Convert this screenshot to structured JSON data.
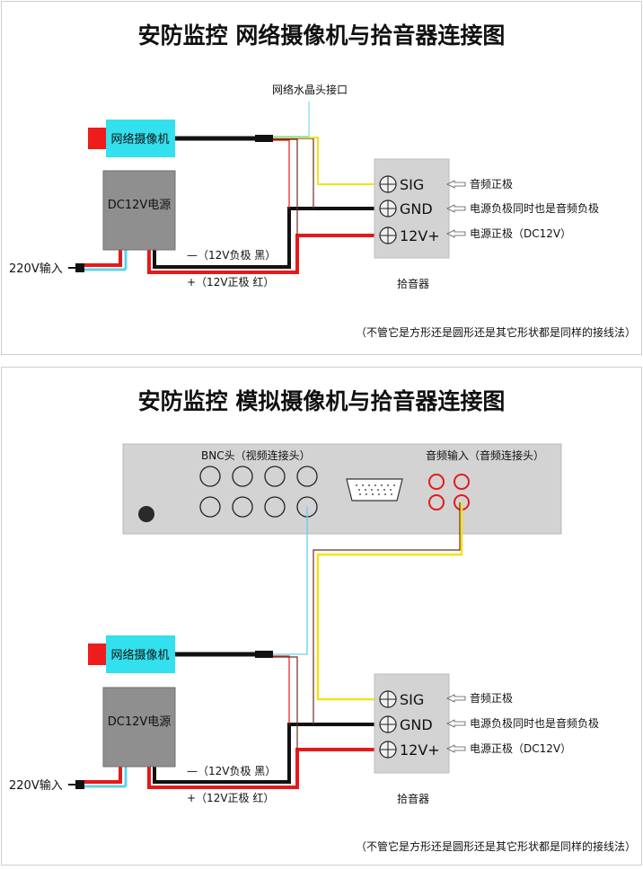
{
  "colors": {
    "camera": "#33e0ee",
    "camera_port": "#ee1c1c",
    "psu": "#8f8f8f",
    "recorder": "#d3d3d3",
    "wire_black": "#111111",
    "wire_red": "#e61919",
    "wire_cyan": "#5fd3e8",
    "wire_yellow": "#f4e11a",
    "wire_brown": "#6b2e1e",
    "rca": "#e31b1b"
  },
  "panels": [
    {
      "title": "安防监控 网络摄像机与拾音器连接图",
      "camera_label": "网络摄像机",
      "power_label": "DC12V电源",
      "input_label": "220V输入",
      "connector_label": "网络水晶头接口",
      "neg_label": "—（12V负极 黑）",
      "pos_label": "+（12V正极 红）",
      "mic_label": "拾音器",
      "terminals": [
        {
          "name": "SIG",
          "desc": "音频正极"
        },
        {
          "name": "GND",
          "desc": "电源负极同时也是音频负极"
        },
        {
          "name": "12V+",
          "desc": "电源正极（DC12V）"
        }
      ],
      "note": "（不管它是方形还是圆形还是其它形状都是同样的接线法）"
    },
    {
      "title": "安防监控 模拟摄像机与拾音器连接图",
      "bnc_label": "BNC头（视频连接头）",
      "audio_label": "音频输入（音频连接头）",
      "camera_label": "网络摄像机",
      "power_label": "DC12V电源",
      "input_label": "220V输入",
      "neg_label": "—（12V负极 黑）",
      "pos_label": "+（12V正极 红）",
      "mic_label": "拾音器",
      "terminals": [
        {
          "name": "SIG",
          "desc": "音频正极"
        },
        {
          "name": "GND",
          "desc": "电源负极同时也是音频负极"
        },
        {
          "name": "12V+",
          "desc": "电源正极（DC12V）"
        }
      ],
      "note": "（不管它是方形还是圆形还是其它形状都是同样的接线法）"
    }
  ]
}
